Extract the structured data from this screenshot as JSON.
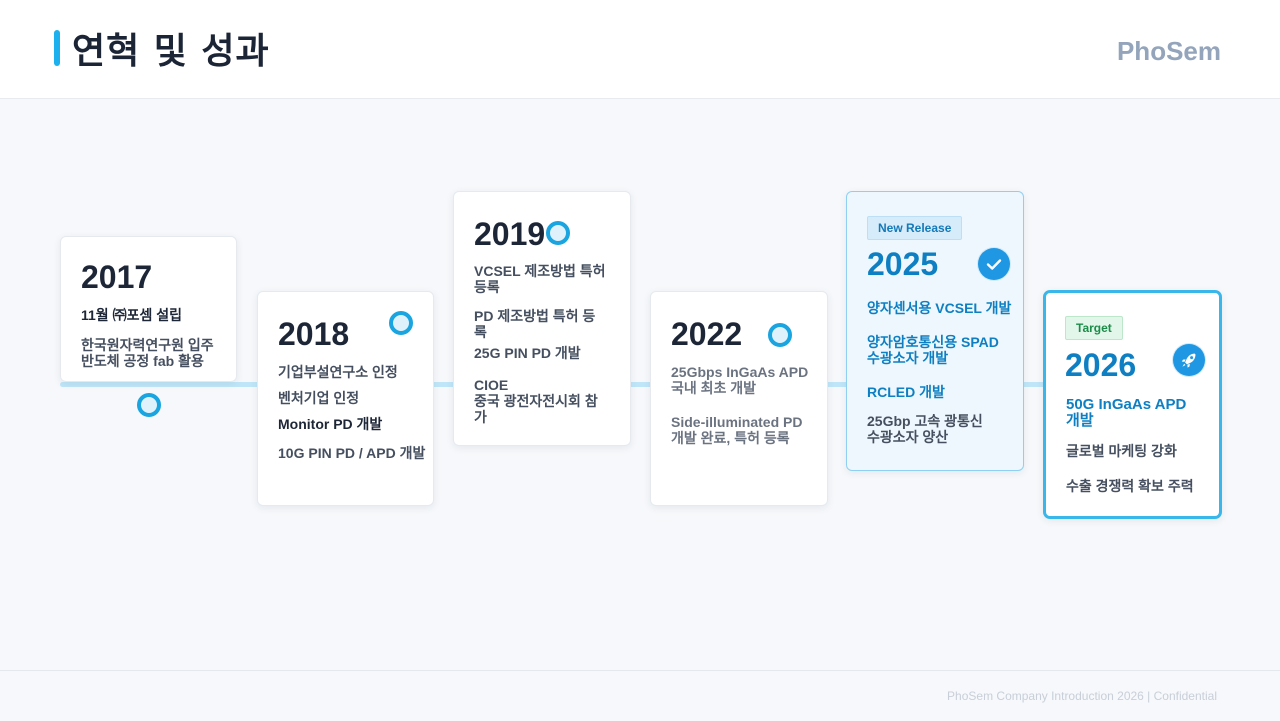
{
  "header": {
    "title": "연혁 및 성과",
    "brand": "PhoSem"
  },
  "colors": {
    "accent": "#1cb0ee",
    "highlight_text": "#0d7fc2",
    "highlight_bg": "#eef7fd"
  },
  "timeline": [
    {
      "year": "2017",
      "items": [
        "11월 ㈜포셈 설립",
        "한국원자력연구원 입주\n반도체 공정 fab 활용"
      ]
    },
    {
      "year": "2018",
      "items": [
        "기업부설연구소 인정",
        "벤처기업 인정",
        "Monitor PD 개발",
        "10G PIN PD / APD 개발"
      ]
    },
    {
      "year": "2019",
      "items": [
        "VCSEL 제조방법 특허\n등록",
        "PD 제조방법 특허 등\n록",
        "25G PIN PD 개발",
        "CIOE\n중국 광전자전시회 참\n가"
      ]
    },
    {
      "year": "2022",
      "items": [
        "25Gbps InGaAs APD\n국내 최초 개발",
        "Side-illuminated PD\n개발 완료, 특허 등록"
      ]
    },
    {
      "year": "2025",
      "badge": "New Release",
      "icon": "check-circle-icon",
      "items": [
        "양자센서용 VCSEL 개발",
        "양자암호통신용  SPAD\n수광소자 개발",
        "RCLED 개발",
        "25Gbp 고속 광통신\n수광소자  양산"
      ]
    },
    {
      "year": "2026",
      "badge": "Target",
      "icon": "rocket-icon",
      "items": [
        "50G InGaAs APD\n개발",
        "글로벌 마케팅 강화",
        "수출 경쟁력 확보 주력"
      ]
    }
  ],
  "footer": {
    "text": "PhoSem Company Introduction 2026 | Confidential"
  }
}
